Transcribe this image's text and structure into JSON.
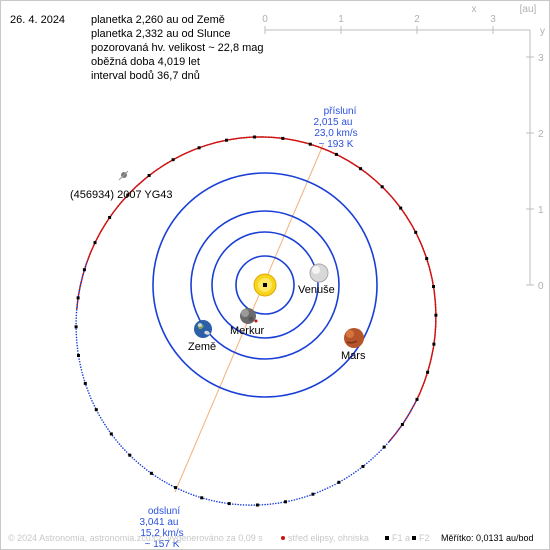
{
  "header": {
    "date": "26. 4. 2024",
    "info_lines": [
      "planetka 2,260 au od Země",
      "planetka 2,332 au od Slunce",
      "pozorovaná hv. velikost ~ 22,8 mag",
      "oběžná doba 4,019 let",
      "interval bodů 36,7 dnů"
    ]
  },
  "axes": {
    "top_ticks": [
      "0",
      "1",
      "2",
      "3"
    ],
    "right_ticks": [
      "3",
      "2",
      "1",
      "0"
    ],
    "x_label": "x",
    "y_label": "y",
    "unit": "[au]"
  },
  "labels": {
    "asteroid": "(456934) 2007 YG43",
    "perihelion": [
      "přísluní",
      "2,015 au",
      "23,0 km/s",
      "~ 193 K"
    ],
    "aphelion": [
      "odsluní",
      "3,041 au",
      "15,2 km/s",
      "~ 157 K"
    ]
  },
  "planets": [
    {
      "name": "Merkur",
      "kind": "merkur-icon"
    },
    {
      "name": "Venuše",
      "kind": "venuse-icon"
    },
    {
      "name": "Země",
      "kind": "zeme-icon"
    },
    {
      "name": "Mars",
      "kind": "mars-icon"
    }
  ],
  "footer": {
    "copyright": "© 2024 Astronomia, astronomia.zcu.cz; vygenerováno za 0,09 s",
    "legend_center": "střed elipsy, ohniska",
    "legend_f1": "F1 a",
    "legend_f2": "F2",
    "scale": "Měřítko: 0,0131 au/bod"
  },
  "colors": {
    "orbit_near": "#1a3fd6",
    "orbit_far": "#cc1111",
    "apsis_line": "#f4b07a",
    "sun": "#f7d51c",
    "axis": "#bdbdbd",
    "label_blue": "#2b50e0"
  }
}
